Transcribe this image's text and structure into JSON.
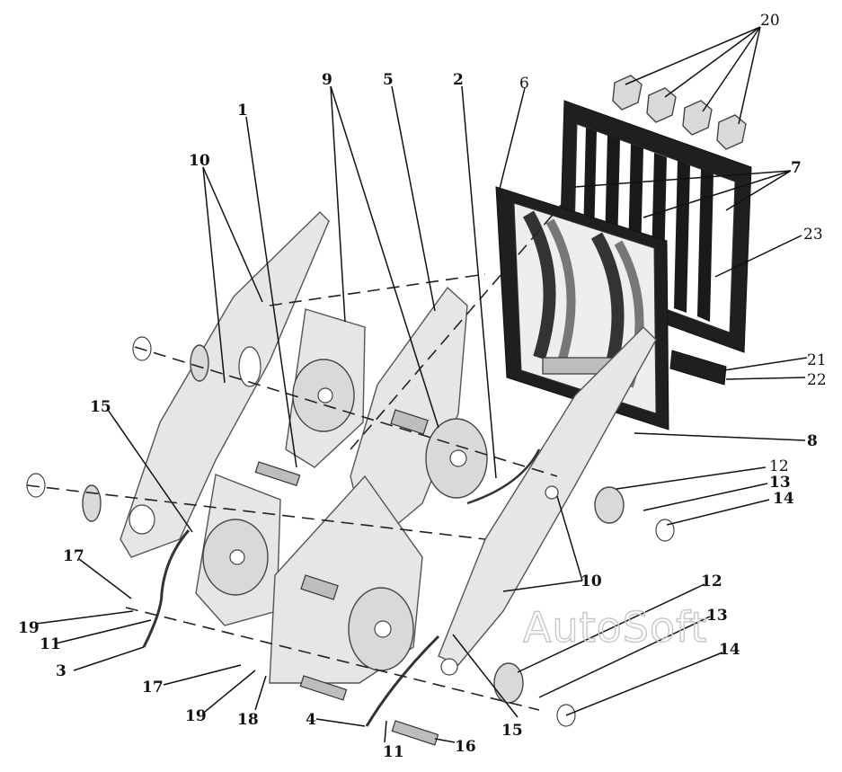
{
  "watermark": "AutoSoft",
  "callouts": [
    {
      "id": "c1",
      "text": "1"
    },
    {
      "id": "c2",
      "text": "2"
    },
    {
      "id": "c3",
      "text": "3"
    },
    {
      "id": "c4",
      "text": "4"
    },
    {
      "id": "c5",
      "text": "5"
    },
    {
      "id": "c6",
      "text": "6"
    },
    {
      "id": "c7",
      "text": "7"
    },
    {
      "id": "c8",
      "text": "8"
    },
    {
      "id": "c9",
      "text": "9"
    },
    {
      "id": "c10a",
      "text": "10"
    },
    {
      "id": "c10b",
      "text": "10"
    },
    {
      "id": "c11a",
      "text": "11"
    },
    {
      "id": "c11b",
      "text": "11"
    },
    {
      "id": "c12a",
      "text": "12"
    },
    {
      "id": "c12b",
      "text": "12"
    },
    {
      "id": "c13a",
      "text": "13"
    },
    {
      "id": "c13b",
      "text": "13"
    },
    {
      "id": "c14a",
      "text": "14"
    },
    {
      "id": "c14b",
      "text": "14"
    },
    {
      "id": "c15a",
      "text": "15"
    },
    {
      "id": "c15b",
      "text": "15"
    },
    {
      "id": "c16",
      "text": "16"
    },
    {
      "id": "c17a",
      "text": "17"
    },
    {
      "id": "c17b",
      "text": "17"
    },
    {
      "id": "c18",
      "text": "18"
    },
    {
      "id": "c19a",
      "text": "19"
    },
    {
      "id": "c19b",
      "text": "19"
    },
    {
      "id": "c20",
      "text": "20"
    },
    {
      "id": "c21",
      "text": "21"
    },
    {
      "id": "c22",
      "text": "22"
    },
    {
      "id": "c23",
      "text": "23"
    }
  ]
}
